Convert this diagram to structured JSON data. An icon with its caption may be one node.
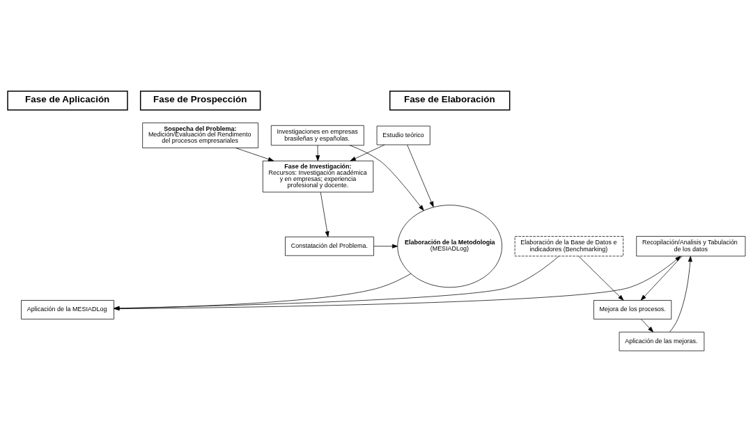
{
  "diagram": {
    "nodes": [
      {
        "text": [
          "Fase de Prospección"
        ]
      },
      {
        "text": [
          "Fase de Elaboración"
        ]
      },
      {
        "text": [
          "Fase de Aplicación"
        ]
      },
      {
        "text": [
          "Sospecha del Problema:",
          "Medición/Evaluación del Rendimento del procesos empresariales"
        ]
      },
      {
        "text": [
          "Fase de Investigación:",
          "Recursos: Investigación académica y en empresas; experiencia profesional y docente."
        ]
      },
      {
        "text": [
          "Constatación del Problema."
        ]
      },
      {
        "text": [
          "Estudio teórico"
        ]
      },
      {
        "text": [
          "Investigaciones en empresas brasileñas y españolas."
        ]
      },
      {
        "text": [
          "Elaboración de la Metodologia",
          "(MESIADLog)"
        ]
      },
      {
        "text": [
          "Elaboración de la Base de Datos e indicadores (Benchmarking)"
        ]
      },
      {
        "text": [
          "Aplicación de la MESIADLog"
        ]
      },
      {
        "text": [
          "Recopilación/Analisis y Tabulación de los datos"
        ]
      },
      {
        "text": [
          "Mejora de los procesos."
        ]
      },
      {
        "text": [
          "Aplicación de las mejoras."
        ]
      }
    ],
    "edges": [
      {
        "from": 3,
        "to": 4,
        "arrow": "to"
      },
      {
        "from": 4,
        "to": 5,
        "arrow": "to"
      },
      {
        "from": 6,
        "to": 4,
        "arrow": "to"
      },
      {
        "from": 7,
        "to": 4,
        "arrow": "to"
      },
      {
        "from": 5,
        "to": 8,
        "arrow": "to"
      },
      {
        "from": 6,
        "to": 8,
        "arrow": "to"
      },
      {
        "from": 7,
        "to": 8,
        "arrow": "to"
      },
      {
        "from": 8,
        "to": 10,
        "arrow": "to"
      },
      {
        "from": 10,
        "to": 11,
        "arrow": "to"
      },
      {
        "from": 11,
        "to": 12,
        "arrow": "to"
      },
      {
        "from": 12,
        "to": 13,
        "arrow": "to"
      },
      {
        "from": 13,
        "to": 11,
        "arrow": "to"
      },
      {
        "from": 9,
        "to": 10,
        "arrow": "to"
      },
      {
        "from": 9,
        "to": 12,
        "arrow": "to"
      }
    ]
  }
}
